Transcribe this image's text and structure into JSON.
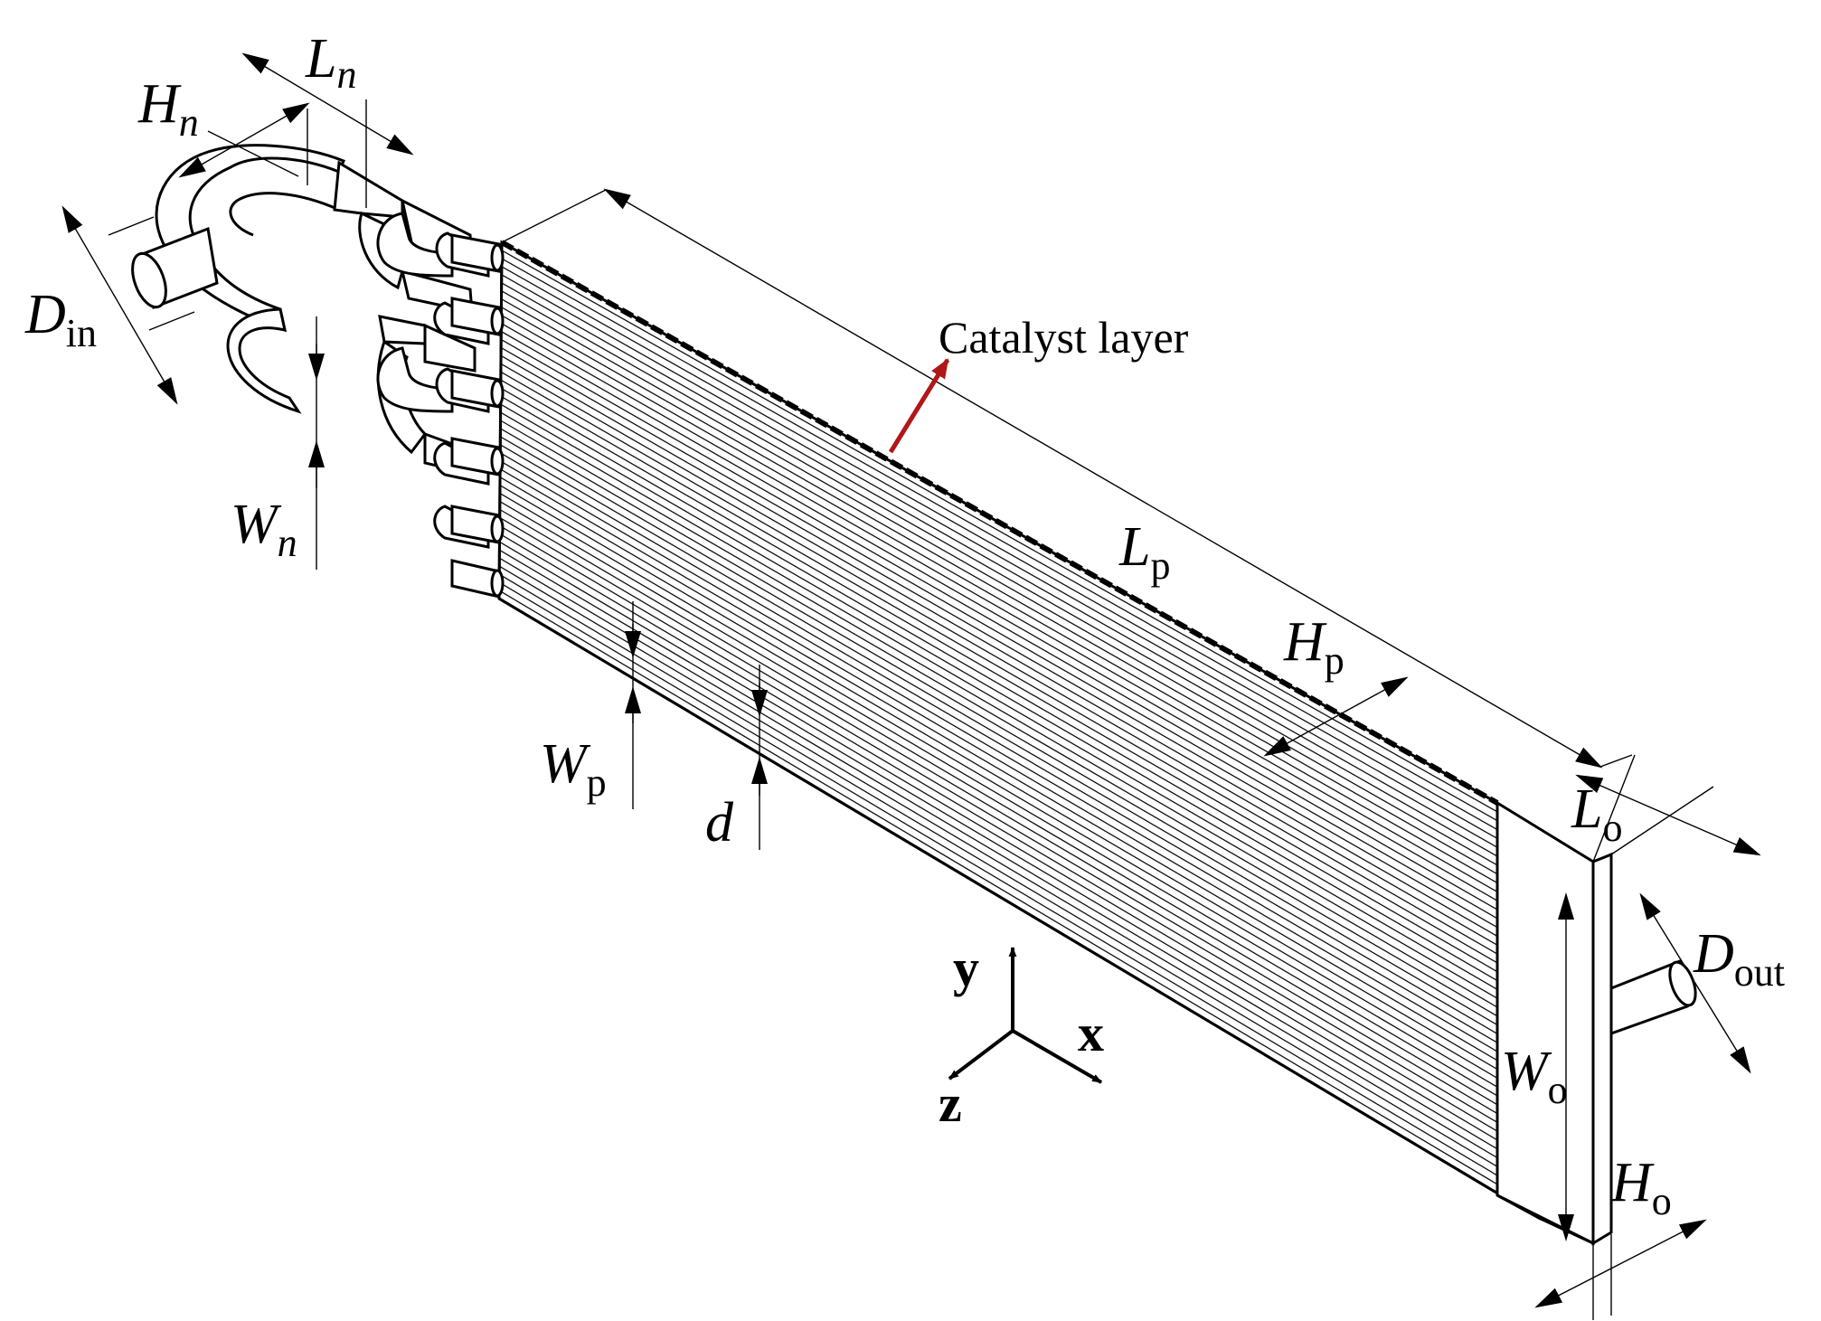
{
  "labels": {
    "l_n": {
      "main": "L",
      "sub": "n"
    },
    "h_n": {
      "main": "H",
      "sub": "n"
    },
    "d_in": {
      "main": "D",
      "sub": "in"
    },
    "w_n": {
      "main": "W",
      "sub": "n"
    },
    "l_p": {
      "main": "L",
      "sub": "p"
    },
    "h_p": {
      "main": "H",
      "sub": "p"
    },
    "w_p": {
      "main": "W",
      "sub": "p"
    },
    "d": {
      "main": "d"
    },
    "l_o": {
      "main": "L",
      "sub": "o"
    },
    "d_out": {
      "main": "D",
      "sub": "out"
    },
    "w_o": {
      "main": "W",
      "sub": "o"
    },
    "h_o": {
      "main": "H",
      "sub": "o"
    }
  },
  "callout": {
    "text": "Catalyst layer",
    "color": "#b01818"
  },
  "axes": {
    "x": "x",
    "y": "y",
    "z": "z"
  },
  "colors": {
    "line": "#000000",
    "background": "#ffffff",
    "arrow": "#b01818"
  }
}
